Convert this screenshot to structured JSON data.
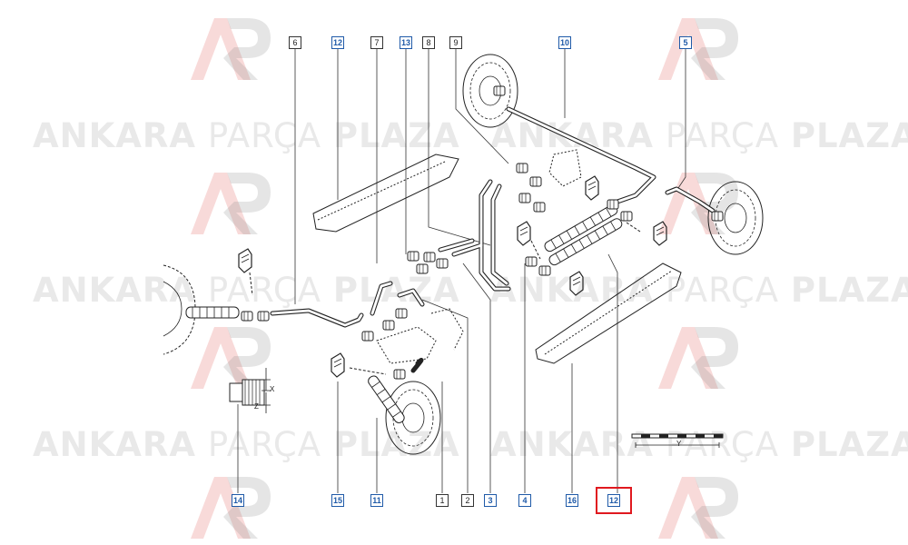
{
  "watermark": {
    "part1": "ANKARA",
    "part2": "PARÇA",
    "part3": "PLAZA",
    "logo_color": "#d8302a"
  },
  "callouts": [
    {
      "id": "c6",
      "label": "6",
      "style": "plain"
    },
    {
      "id": "c12a",
      "label": "12",
      "style": "blue"
    },
    {
      "id": "c7",
      "label": "7",
      "style": "plain"
    },
    {
      "id": "c13",
      "label": "13",
      "style": "blue"
    },
    {
      "id": "c8",
      "label": "8",
      "style": "plain"
    },
    {
      "id": "c9",
      "label": "9",
      "style": "plain"
    },
    {
      "id": "c10",
      "label": "10",
      "style": "blue"
    },
    {
      "id": "c5",
      "label": "5",
      "style": "blue"
    },
    {
      "id": "c14",
      "label": "14",
      "style": "blue"
    },
    {
      "id": "c15",
      "label": "15",
      "style": "blue"
    },
    {
      "id": "c11",
      "label": "11",
      "style": "blue"
    },
    {
      "id": "c1",
      "label": "1",
      "style": "plain"
    },
    {
      "id": "c2",
      "label": "2",
      "style": "plain"
    },
    {
      "id": "c3",
      "label": "3",
      "style": "blue"
    },
    {
      "id": "c4",
      "label": "4",
      "style": "blue"
    },
    {
      "id": "c16",
      "label": "16",
      "style": "blue"
    },
    {
      "id": "c12b",
      "label": "12",
      "style": "blue"
    }
  ],
  "dimensions": {
    "x_label": "X",
    "z_label": "Z",
    "y_label": "Y"
  },
  "highlight": {
    "color": "#e0191f",
    "target": "12"
  }
}
